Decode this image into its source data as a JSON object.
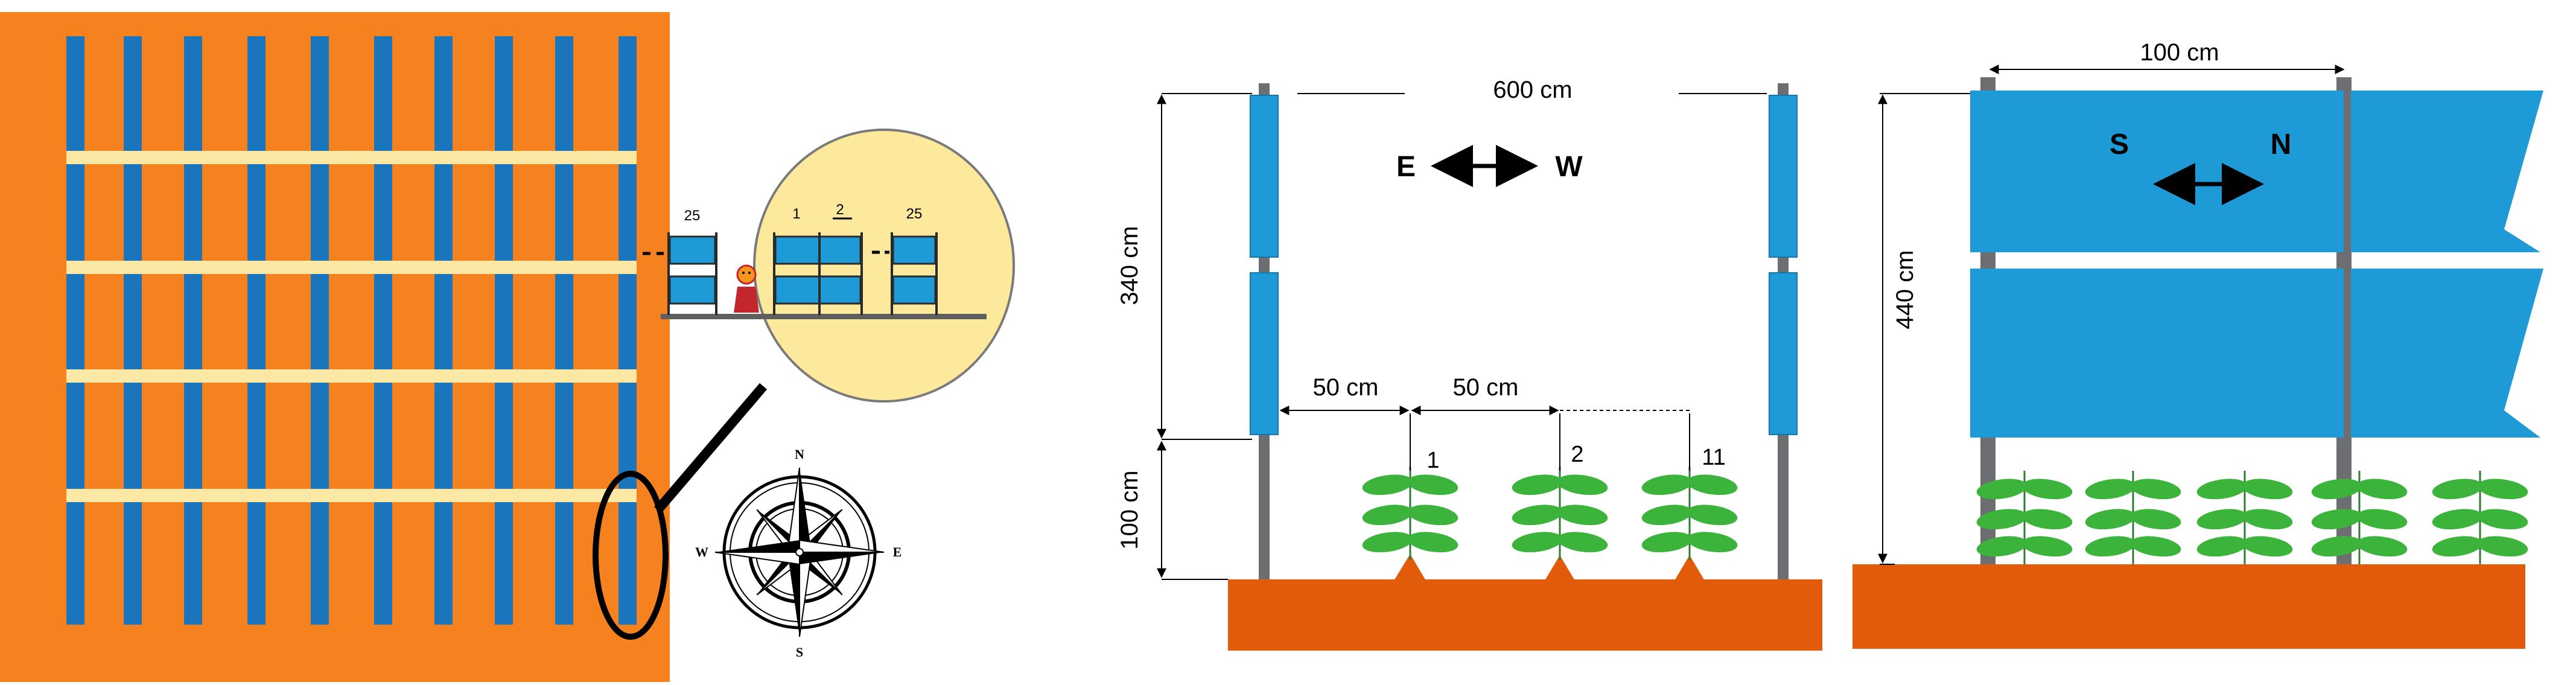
{
  "colors": {
    "field": "#F5821F",
    "row": "#1B75BC",
    "path": "#FAE8A4",
    "panel": "#1E9AD6",
    "soil": "#E15B0A",
    "leaf": "#3CB33A",
    "post": "#6D6E71",
    "callout_bg": "#FCE99B"
  },
  "callout": {
    "label_left": "25",
    "label_mid_1": "1",
    "label_mid_2": "2",
    "label_right": "25"
  },
  "compass": {
    "north": "N",
    "south": "S",
    "east": "E",
    "west": "W"
  },
  "diagram_ew": {
    "span_label": "600 cm",
    "height_label": "340 cm",
    "ground_label": "100 cm",
    "gap_1_label": "50 cm",
    "gap_2_label": "50 cm",
    "dir_left": "E",
    "dir_right": "W",
    "plant_1": "1",
    "plant_2": "2",
    "plant_3": "11"
  },
  "diagram_ns": {
    "span_label": "100 cm",
    "height_label": "440 cm",
    "dir_left": "S",
    "dir_right": "N"
  }
}
